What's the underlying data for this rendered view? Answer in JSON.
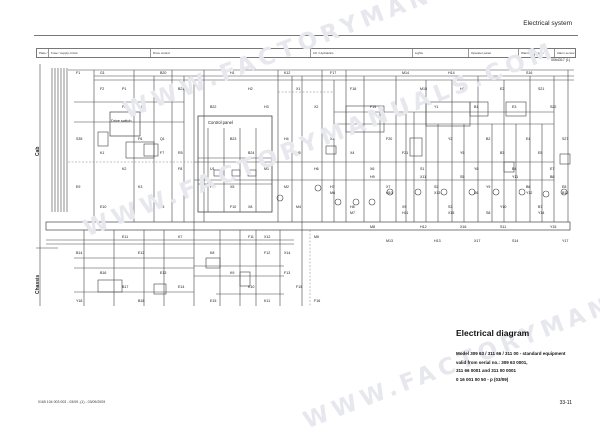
{
  "header": {
    "title": "Electrical system"
  },
  "strip": {
    "cells": [
      "Plate / card",
      "Fuse / supply circuit",
      "Drive control",
      "Lift / Hydraulics",
      "Lights",
      "Operator panel",
      "Warning",
      "Horn",
      "Alarm sensor"
    ]
  },
  "diagram": {
    "ref_code": "0064317 (1)",
    "side_labels": {
      "cab": "Cab",
      "chassis": "Chassis"
    },
    "box_labels": {
      "drive_switch": "Drive switch",
      "control_panel": "Control panel"
    },
    "components": [
      "F1",
      "F2",
      "F5",
      "F6",
      "F7",
      "F8",
      "F9",
      "F10",
      "F11",
      "F12",
      "F13",
      "F15",
      "F16",
      "F17",
      "F18",
      "F19",
      "F20",
      "F21",
      "S1",
      "S2",
      "S3",
      "S5",
      "S6",
      "S8",
      "S11",
      "S14",
      "S16",
      "S21",
      "S22",
      "S27",
      "S35",
      "K1",
      "K2",
      "K3",
      "K5",
      "K7",
      "K8",
      "K9",
      "K10",
      "K11",
      "K12",
      "X1",
      "X2",
      "X3",
      "X4",
      "X6",
      "X7",
      "X9",
      "X11",
      "X13",
      "X15",
      "X16",
      "X17",
      "E1",
      "E2",
      "E3",
      "E4",
      "E5",
      "E7",
      "E8",
      "E9",
      "E10",
      "E11",
      "E12",
      "E13",
      "E14",
      "E15",
      "H1",
      "H2",
      "H3",
      "H4",
      "H5",
      "H6",
      "H7",
      "H8",
      "H9",
      "H10",
      "H11",
      "H12",
      "H13",
      "H14",
      "H15",
      "B1",
      "B2",
      "B3",
      "B4",
      "B6",
      "B7",
      "B8",
      "B12",
      "B14",
      "B16",
      "B17",
      "B18",
      "B20",
      "B21",
      "B22",
      "B23",
      "B24",
      "M1",
      "M2",
      "M4",
      "M5",
      "M6",
      "M7",
      "M8",
      "M13",
      "M14",
      "M15",
      "Y1",
      "Y2",
      "Y5",
      "Y8",
      "Y9",
      "Y10",
      "Y11",
      "Y12",
      "Y14",
      "Y15",
      "Y17",
      "Y18",
      "G1",
      "P1",
      "P4",
      "Q1",
      "R5",
      "U1",
      "X5",
      "X8",
      "X12",
      "X14"
    ]
  },
  "watermark": "WWW.FACTORYMANUALS.COM",
  "caption": {
    "title": "Electrical diagram",
    "lines": [
      "Model 309 63 / 311 66 / 311 00 - standard equipment",
      "valid from serial no.: 309 63 0001,",
      "311 66 0001 and 311 00 0001",
      "0 16 001 00 50 - p (03/09)"
    ]
  },
  "footer": {
    "doc_ref": "0165 104 003 003 - 03/09 -(1) - 03/09/2009",
    "page": "33-11"
  }
}
